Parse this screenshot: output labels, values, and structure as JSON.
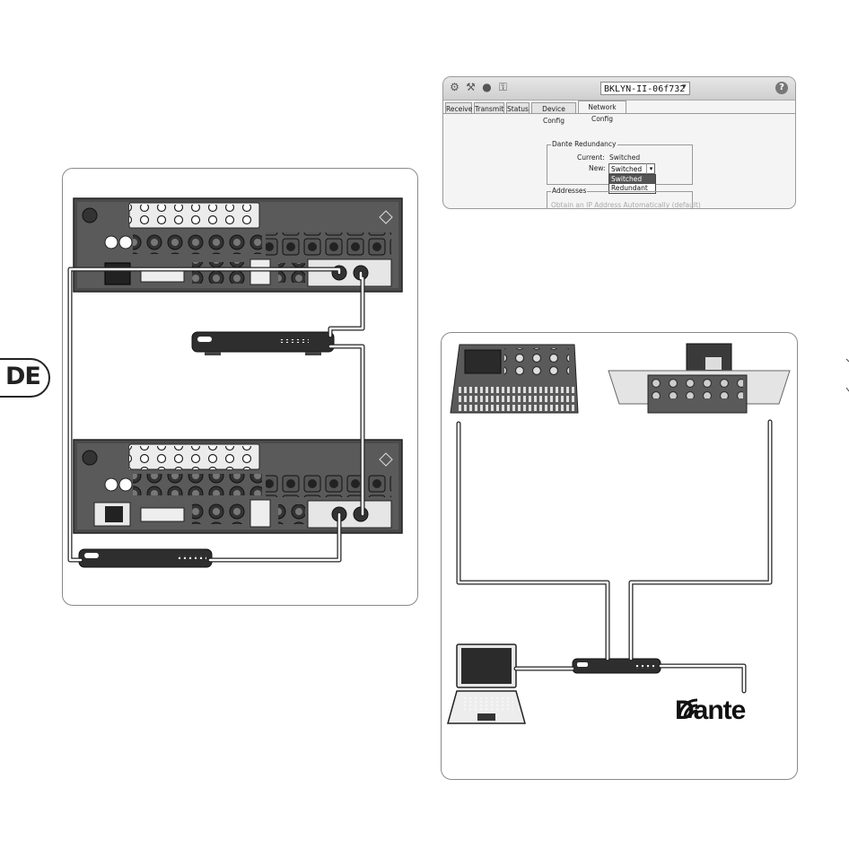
{
  "language_tab": {
    "label": "DE"
  },
  "dante_controller": {
    "device_name": "BKLYN-II-06f732",
    "tabs": [
      {
        "label": "Receive"
      },
      {
        "label": "Transmit"
      },
      {
        "label": "Status"
      },
      {
        "label": "Device Config"
      },
      {
        "label": "Network Config"
      }
    ],
    "active_tab": "Network Config",
    "redundancy": {
      "group_label": "Dante Redundancy",
      "current_label": "Current:",
      "current_value": "Switched",
      "new_label": "New:",
      "new_value": "Switched",
      "options": [
        "Switched",
        "Redundant"
      ]
    },
    "addresses": {
      "group_label": "Addresses",
      "obtain_ip": "Obtain an IP Address Automatically (default)"
    }
  },
  "dante_logo": {
    "text": "Dante"
  }
}
